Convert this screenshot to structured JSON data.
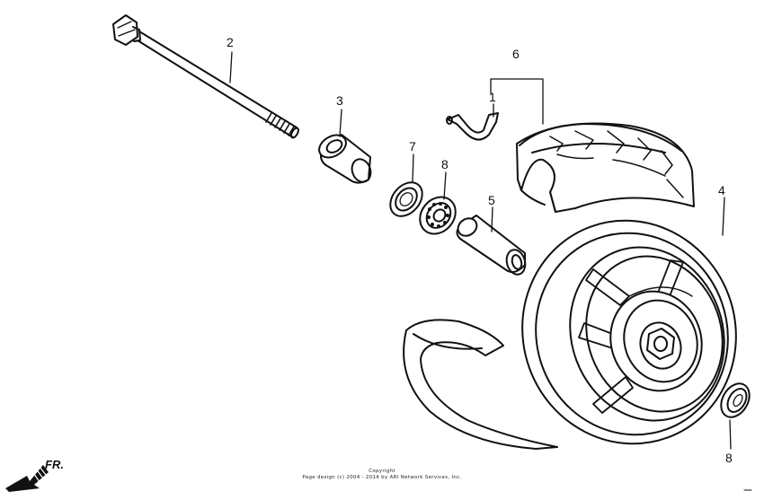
{
  "callouts": {
    "c1": "1",
    "c2": "2",
    "c3": "3",
    "c4": "4",
    "c5": "5",
    "c6": "6",
    "c7": "7",
    "c8a": "8",
    "c8b": "8"
  },
  "direction_label": "FR.",
  "copyright": {
    "line1": "Copyright",
    "line2": "Page design (c) 2004 - 2014 by ARI Network Services, Inc."
  }
}
